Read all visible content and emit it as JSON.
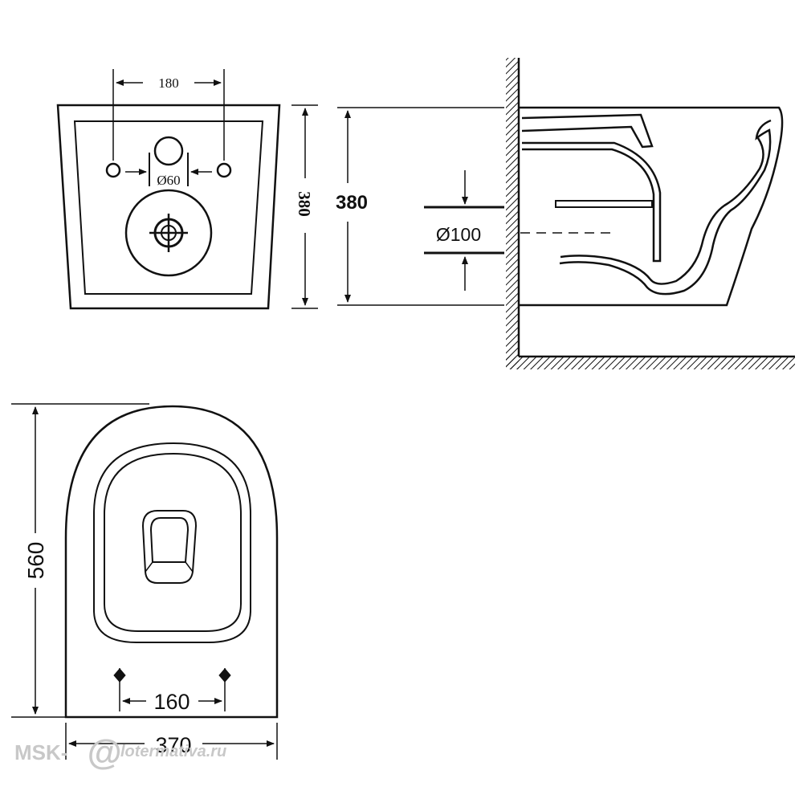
{
  "front_view": {
    "bolt_spacing": "180",
    "inlet_diameter": "Ø60",
    "height": "380"
  },
  "side_view": {
    "height": "380",
    "outlet_diameter": "Ø100"
  },
  "top_view": {
    "length": "560",
    "mount_spacing": "160",
    "width": "370"
  },
  "watermark": {
    "brand": "MSK-",
    "at_sign": "@",
    "site": "lotermativa.ru"
  },
  "colors": {
    "line": "#111111",
    "background": "#ffffff",
    "watermark": "#c8c8c8"
  }
}
